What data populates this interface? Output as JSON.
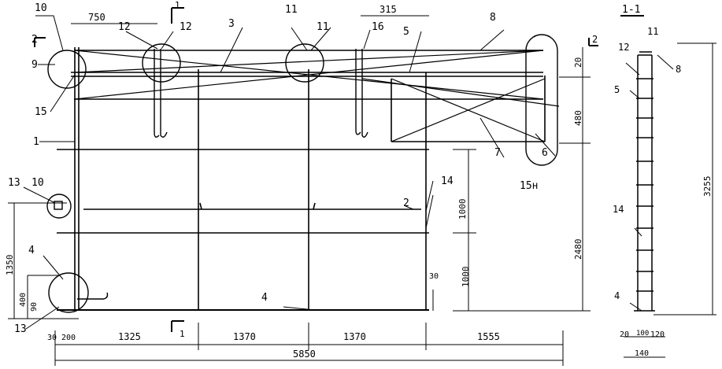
{
  "marks": {
    "m1": "1",
    "m2": "2",
    "m3": "3",
    "m4": "4",
    "m4b": "4",
    "m5": "5",
    "m5b": "5",
    "m6": "6",
    "m7": "7",
    "m8": "8",
    "m8b": "8",
    "m9": "9",
    "m10a": "10",
    "m10b": "10",
    "m11a": "11",
    "m11b": "11",
    "m11c": "11",
    "m12a": "12",
    "m12b": "12",
    "m12c": "12",
    "m13a": "13",
    "m13b": "13",
    "m14a": "14",
    "m14b": "14",
    "m15": "15",
    "m15n": "15н",
    "m16": "16"
  },
  "section": {
    "label_a": "1",
    "label_b": "1",
    "title": "1-1",
    "label_2a": "2",
    "label_2b": "2"
  },
  "dims": {
    "d750": "750",
    "d315": "315",
    "d20": "20",
    "d480": "480",
    "d1000a": "1000",
    "d1000b": "1000",
    "d2480": "2480",
    "d3255": "3255",
    "d1350": "1350",
    "d400": "400",
    "d90": "90",
    "d30": "30",
    "d30b": "30",
    "d200": "200",
    "d1325": "1325",
    "d1370a": "1370",
    "d1370b": "1370",
    "d1555": "1555",
    "d5850": "5850",
    "s20": "20",
    "s100": "100",
    "s120": "120",
    "s140": "140"
  }
}
